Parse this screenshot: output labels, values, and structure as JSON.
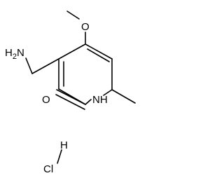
{
  "molecule": {
    "atoms": {
      "methoxy_oxygen": "O",
      "amine": "H2N",
      "amine_h": "H",
      "amine_subscript": "2",
      "amine_n": "N",
      "ring_nitrogen": "NH",
      "carbonyl_oxygen": "O",
      "hydrogen": "H",
      "chlorine": "Cl"
    },
    "colors": {
      "bond": "#000000",
      "label": "#000000",
      "background": "#ffffff"
    }
  }
}
